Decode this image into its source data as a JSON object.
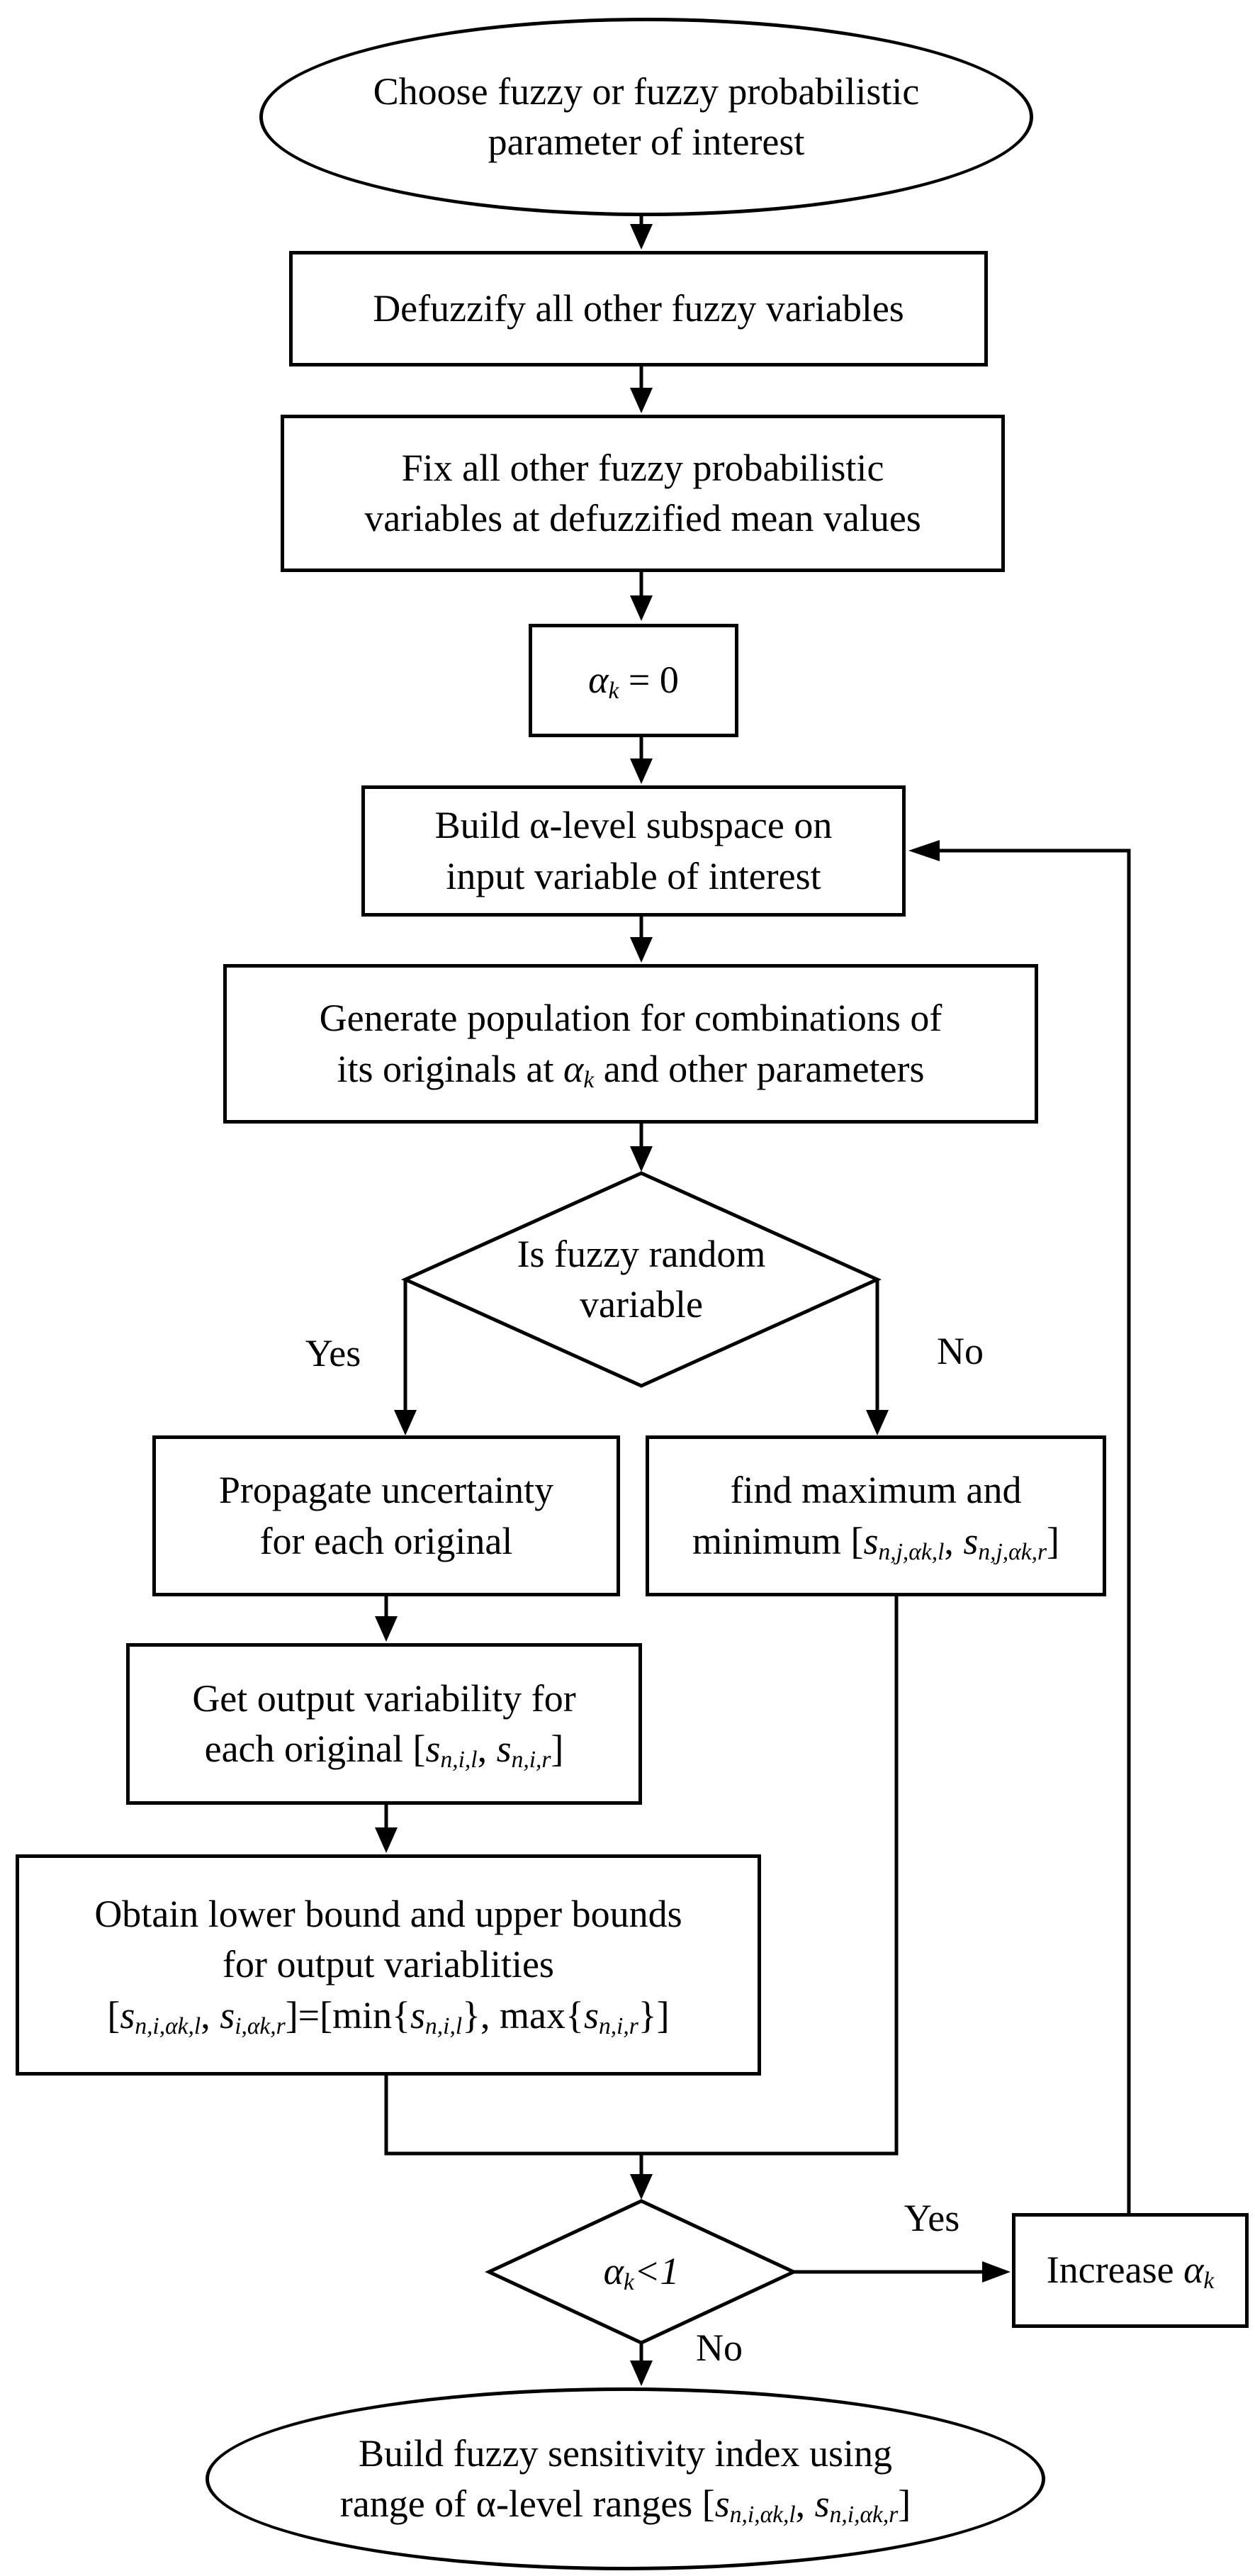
{
  "colors": {
    "ink": "#000000",
    "paper": "#ffffff"
  },
  "nodes": {
    "start": {
      "shape": "ellipse",
      "lines": [
        [
          "Choose fuzzy or fuzzy probabilistic"
        ],
        [
          "parameter of interest"
        ]
      ]
    },
    "defuzzify": {
      "shape": "rect",
      "lines": [
        [
          "Defuzzify all other fuzzy variables"
        ]
      ]
    },
    "fix": {
      "shape": "rect",
      "lines": [
        [
          "Fix all other fuzzy probabilistic"
        ],
        [
          "variables at defuzzified mean values"
        ]
      ]
    },
    "alpha_zero": {
      "shape": "rect",
      "lines": [
        [
          {
            "t": "α",
            "s": "it"
          },
          {
            "t": "k",
            "s": "sub"
          },
          {
            "t": " = 0"
          }
        ]
      ]
    },
    "build_subspace": {
      "shape": "rect",
      "lines": [
        [
          "Build α-level subspace on"
        ],
        [
          "input variable of interest"
        ]
      ]
    },
    "generate_population": {
      "shape": "rect",
      "lines": [
        [
          "Generate population for combinations of"
        ],
        [
          {
            "t": "its originals at "
          },
          {
            "t": "α",
            "s": "it"
          },
          {
            "t": "k",
            "s": "sub"
          },
          {
            "t": " and other parameters"
          }
        ]
      ]
    },
    "is_fuzzy_random": {
      "shape": "diamond",
      "lines": [
        [
          "Is fuzzy random"
        ],
        [
          "variable"
        ]
      ]
    },
    "propagate": {
      "shape": "rect",
      "lines": [
        [
          "Propagate uncertainty"
        ],
        [
          "for each original"
        ]
      ]
    },
    "find_max_min": {
      "shape": "rect",
      "lines": [
        [
          "find maximum and"
        ],
        [
          {
            "t": "minimum ["
          },
          {
            "t": "s",
            "s": "it"
          },
          {
            "t": "n,j,αk,l",
            "s": "sub"
          },
          {
            "t": ", "
          },
          {
            "t": "s",
            "s": "it"
          },
          {
            "t": "n,j,αk,r",
            "s": "sub"
          },
          {
            "t": "]"
          }
        ]
      ]
    },
    "get_output": {
      "shape": "rect",
      "lines": [
        [
          "Get output variability for"
        ],
        [
          {
            "t": "each original ["
          },
          {
            "t": "s",
            "s": "it"
          },
          {
            "t": "n,i,l",
            "s": "sub"
          },
          {
            "t": ", "
          },
          {
            "t": "s",
            "s": "it"
          },
          {
            "t": "n,i,r",
            "s": "sub"
          },
          {
            "t": "]"
          }
        ]
      ]
    },
    "obtain_bounds": {
      "shape": "rect",
      "lines": [
        [
          "Obtain lower bound and upper bounds"
        ],
        [
          "for output variablities"
        ],
        [
          {
            "t": "["
          },
          {
            "t": "s",
            "s": "it"
          },
          {
            "t": "n,i,αk,l",
            "s": "sub"
          },
          {
            "t": ", "
          },
          {
            "t": "s",
            "s": "it"
          },
          {
            "t": "i,αk,r",
            "s": "sub"
          },
          {
            "t": "]=[min{"
          },
          {
            "t": "s",
            "s": "it"
          },
          {
            "t": "n,i,l",
            "s": "sub"
          },
          {
            "t": "}, max{"
          },
          {
            "t": "s",
            "s": "it"
          },
          {
            "t": "n,i,r",
            "s": "sub"
          },
          {
            "t": "}]"
          }
        ]
      ]
    },
    "alpha_lt_one": {
      "shape": "diamond",
      "lines": [
        [
          {
            "t": "α",
            "s": "it"
          },
          {
            "t": "k",
            "s": "sub"
          },
          {
            "t": "<1",
            "s": "it"
          }
        ]
      ]
    },
    "increase_alpha": {
      "shape": "rect",
      "lines": [
        [
          {
            "t": "Increase "
          },
          {
            "t": "α",
            "s": "it"
          },
          {
            "t": "k",
            "s": "sub"
          }
        ]
      ]
    },
    "end": {
      "shape": "ellipse",
      "lines": [
        [
          "Build fuzzy sensitivity index using"
        ],
        [
          {
            "t": "range of α-level ranges ["
          },
          {
            "t": "s",
            "s": "it"
          },
          {
            "t": "n,i,αk,l",
            "s": "sub"
          },
          {
            "t": ", "
          },
          {
            "t": "s",
            "s": "it"
          },
          {
            "t": "n,i,αk,r",
            "s": "sub"
          },
          {
            "t": "]"
          }
        ]
      ]
    }
  },
  "edge_labels": {
    "is_fuzzy_yes": "Yes",
    "is_fuzzy_no": "No",
    "alpha_yes": "Yes",
    "alpha_no": "No"
  }
}
